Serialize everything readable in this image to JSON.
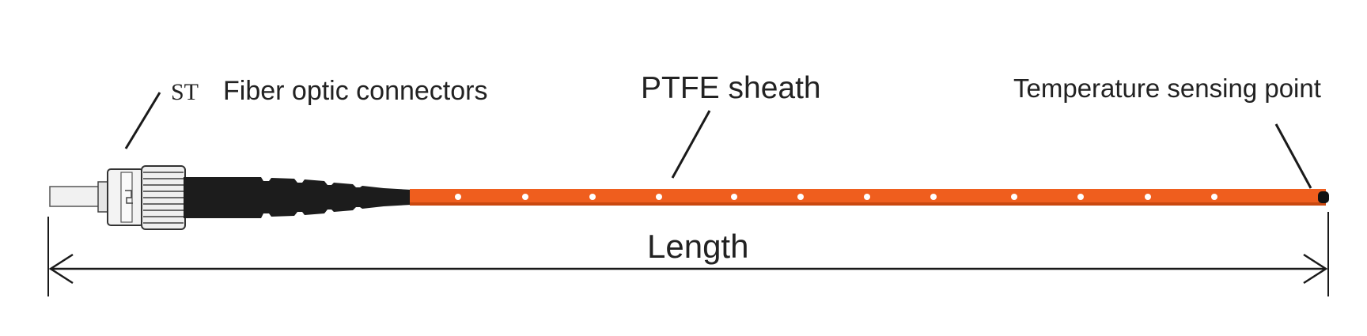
{
  "labels": {
    "st": "ST",
    "connector": "Fiber optic connectors",
    "sheath": "PTFE sheath",
    "sensing_point": "Temperature sensing point",
    "length": "Length"
  },
  "colors": {
    "sheath": "#ef5e1e",
    "sheath_shadow": "#c9480f",
    "boot": "#1c1c1c",
    "connector_body": "#f1f1f1",
    "outline": "#333333",
    "text": "#222222"
  },
  "sheath_marker_count": 12
}
